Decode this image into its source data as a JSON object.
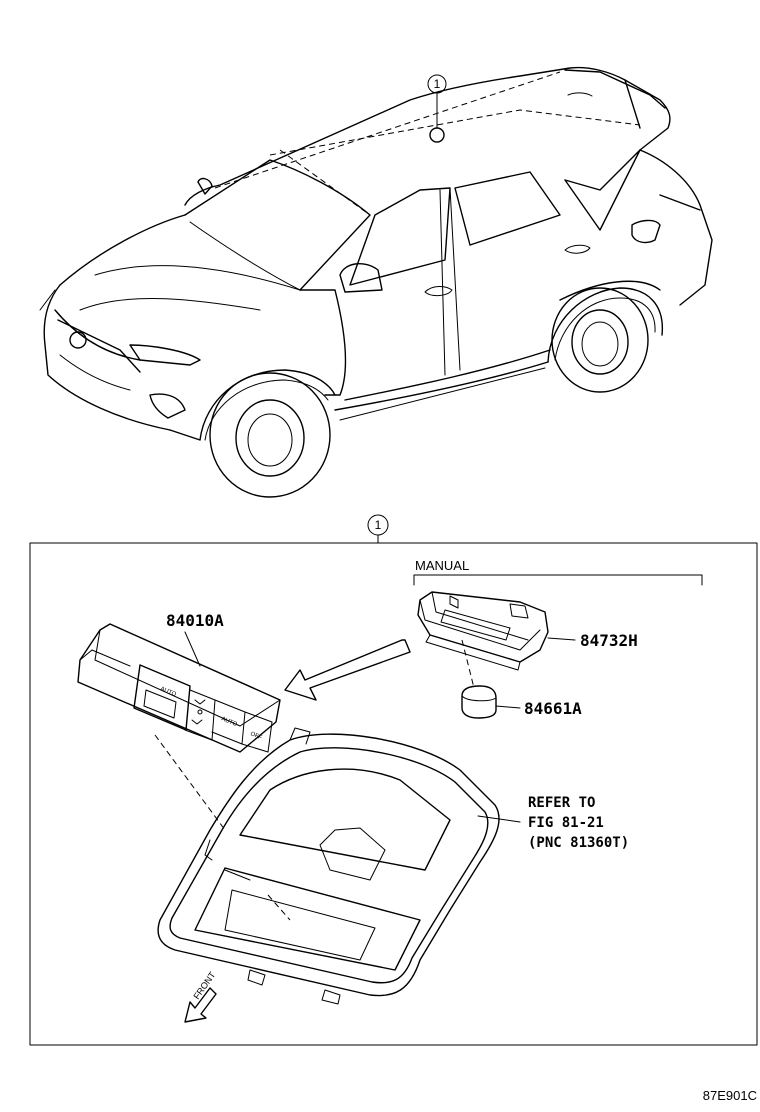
{
  "callout": {
    "number": "1"
  },
  "detail_box": {
    "variant_label": "MANUAL",
    "parts": [
      {
        "part_number": "84010A"
      },
      {
        "part_number": "84732H"
      },
      {
        "part_number": "84661A"
      }
    ],
    "reference": {
      "line1": "REFER TO",
      "line2": "FIG 81-21",
      "line3": "(PNC 81360T)"
    },
    "switch_labels": {
      "auto_1": "AUTO",
      "auto_2": "AUTO",
      "off": "OFF"
    },
    "direction_label": "FRONT"
  },
  "diagram_code": "87E901C"
}
